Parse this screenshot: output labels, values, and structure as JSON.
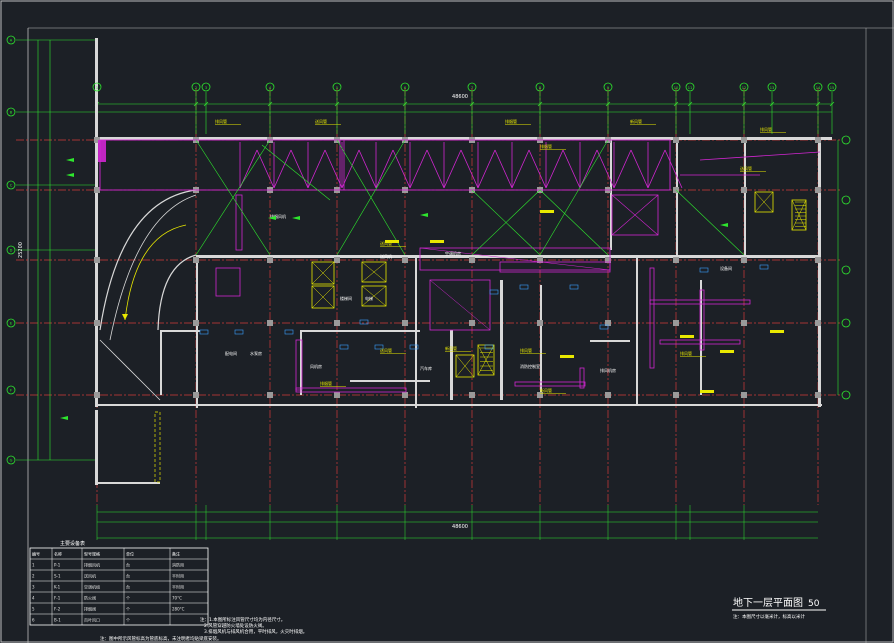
{
  "drawing": {
    "title": "地下一层平面图",
    "scale_suffix": "50",
    "subtitle_note": "注：本图尺寸以毫米计，标高以米计"
  },
  "colors": {
    "background": "#1c2026",
    "wall": "#d8d8d8",
    "axis": "#d23a3a",
    "dimension": "#2ee62e",
    "duct": "#d326d3",
    "label": "#e8e800",
    "text": "#ffffff",
    "frame": "#bdbdbd"
  },
  "axes_top": [
    "1",
    "2",
    "3",
    "4",
    "5",
    "6",
    "7",
    "8",
    "9",
    "10",
    "11",
    "12",
    "13",
    "14",
    "15"
  ],
  "axes_left": [
    "A",
    "B",
    "C",
    "D",
    "E",
    "F",
    "G"
  ],
  "dimension_totals": {
    "top": "48600",
    "bottom": "48600",
    "left": "25200"
  },
  "room_labels": [
    "排烟风机",
    "送风机",
    "空调机房",
    "楼梯间",
    "电梯",
    "配电间",
    "水泵房",
    "风机房",
    "消防控制室",
    "汽车库",
    "排风机房",
    "设备间"
  ],
  "duct_labels": [
    "排风管",
    "送风管",
    "排烟管",
    "新风管"
  ],
  "notes": {
    "line1": "注：1.本图所标注风管尺寸均为内径尺寸。",
    "line2": "2.风管穿越防火墙处设防火阀。",
    "line3": "3.排烟风机与排风机合用，平时排风，火灾时排烟。",
    "footer": "注：图中所示风管标高为管底标高，未注明者均贴梁底安装。"
  },
  "legend": {
    "title": "主要设备表",
    "headers": [
      "编号",
      "名称",
      "型号规格",
      "单位",
      "备注"
    ],
    "rows": [
      [
        "1",
        "P-1",
        "排烟风机",
        "台",
        "消防用"
      ],
      [
        "2",
        "S-1",
        "送风机",
        "台",
        "平时用"
      ],
      [
        "3",
        "K-1",
        "空调机组",
        "台",
        "平时用"
      ],
      [
        "4",
        "F-1",
        "防火阀",
        "个",
        "70°C"
      ],
      [
        "5",
        "F-2",
        "排烟阀",
        "个",
        "280°C"
      ],
      [
        "6",
        "B-1",
        "百叶风口",
        "个",
        ""
      ]
    ]
  }
}
